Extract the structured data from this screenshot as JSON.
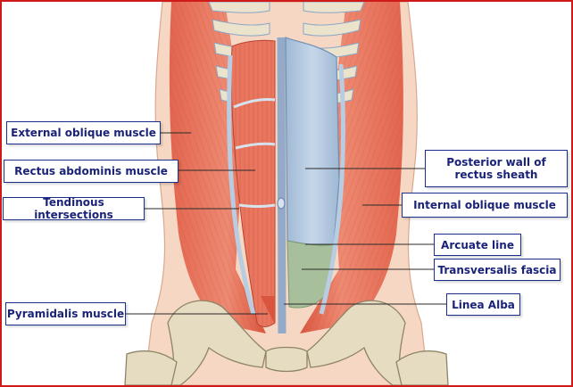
{
  "figure": {
    "labels": {
      "external_oblique": "External oblique muscle",
      "rectus_abdominis": "Rectus abdominis muscle",
      "tendinous_intersections": "Tendinous intersections",
      "pyramidalis": "Pyramidalis muscle",
      "posterior_wall": "Posterior wall of\nrectus sheath",
      "internal_oblique": "Internal oblique muscle",
      "arcuate_line": "Arcuate line",
      "transversalis_fascia": "Transversalis fascia",
      "linea_alba": "Linea Alba"
    },
    "colors": {
      "frame_border": "#d01a1a",
      "label_border": "#1a2f8c",
      "label_text": "#1a2377",
      "skin": "#f6d7c3",
      "muscle": "#e4725c",
      "sheath": "#b8cde2",
      "fascia": "#a8bf9c",
      "bone": "#e6dcc2"
    }
  }
}
